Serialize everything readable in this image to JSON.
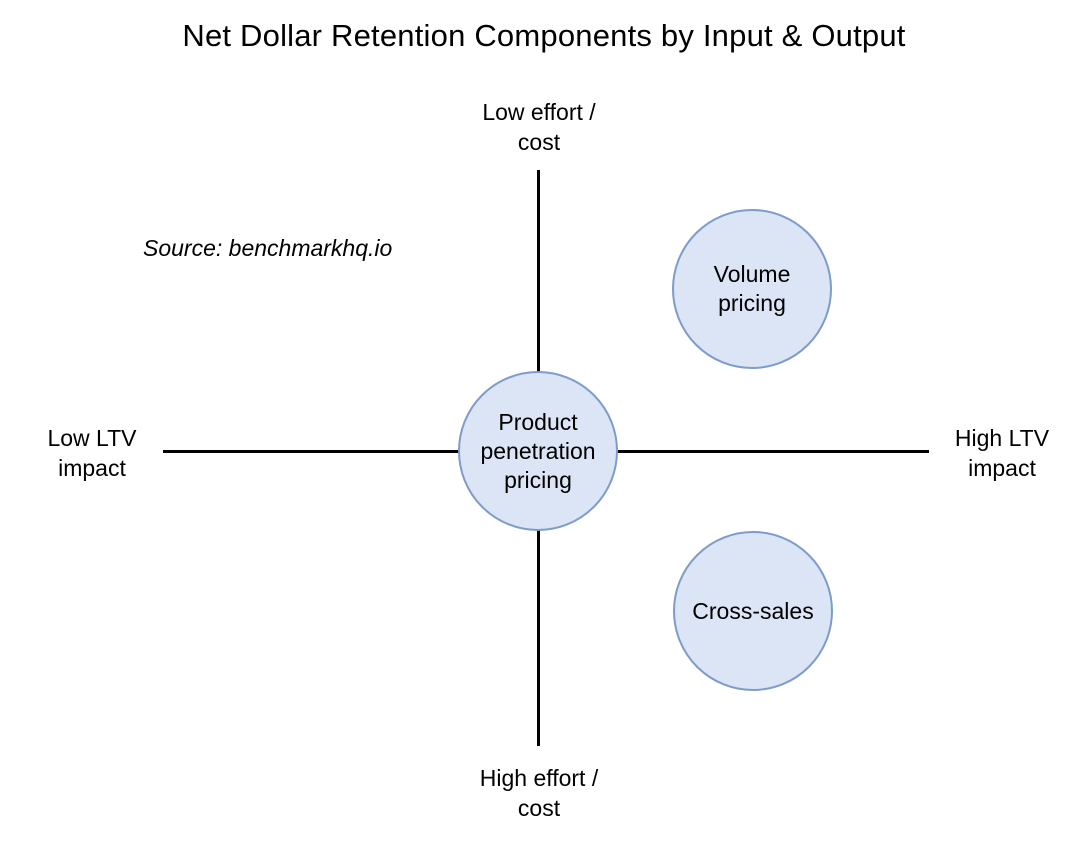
{
  "title": "Net Dollar Retention Components by Input & Output",
  "source_note": "Source: benchmarkhq.io",
  "axes": {
    "top": "Low effort /\ncost",
    "bottom": "High effort /\ncost",
    "left": "Low LTV\nimpact",
    "right": "High LTV\nimpact"
  },
  "nodes": [
    {
      "id": "volume-pricing",
      "label": "Volume\npricing",
      "quadrant": "high-ltv-impact / low-effort"
    },
    {
      "id": "product-penetration-pricing",
      "label": "Product\npenetration\npricing",
      "quadrant": "center (axis origin)"
    },
    {
      "id": "cross-sales",
      "label": "Cross-sales",
      "quadrant": "high-ltv-impact / high-effort"
    }
  ],
  "colors": {
    "background": "#ffffff",
    "text": "#000000",
    "axis_line": "#000000",
    "node_fill": "#dbe5f6",
    "node_border": "#7e9cc9"
  }
}
